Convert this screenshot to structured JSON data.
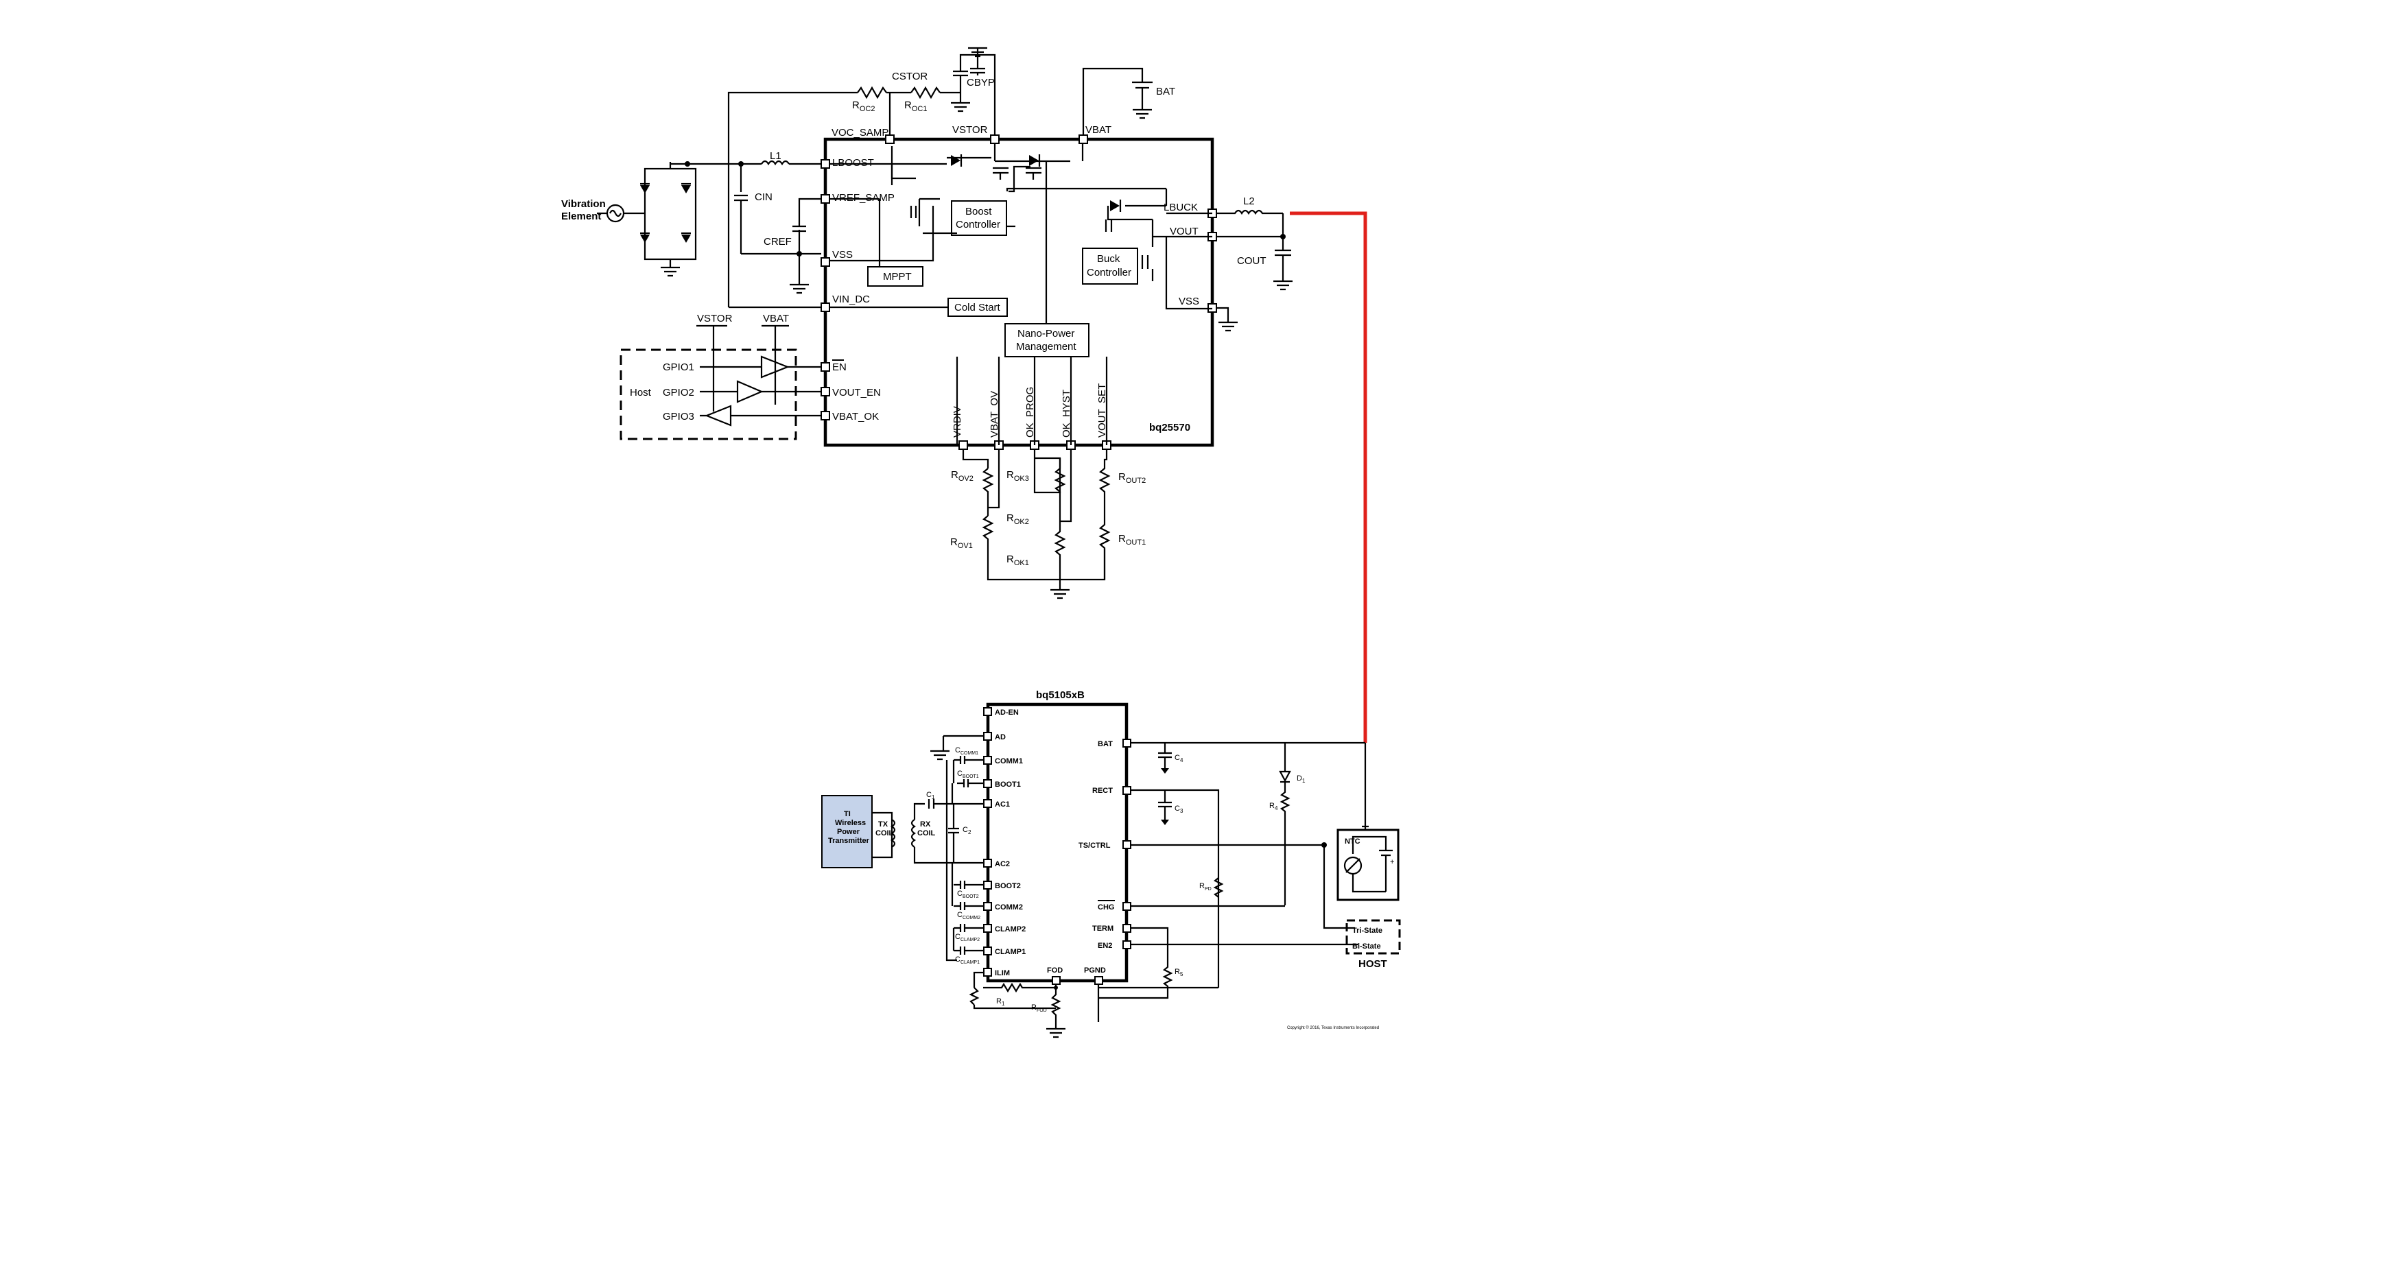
{
  "colors": {
    "wire": "#000000",
    "highlight_wire": "#e0201a",
    "transmitter_fill": "#c5d3ea"
  },
  "top": {
    "chip_name": "bq25570",
    "source_label": [
      "Vibration",
      "Element"
    ],
    "pins_left": [
      "VOC_SAMP",
      "LBOOST",
      "VREF_SAMP",
      "VSS",
      "VIN_DC",
      "EN",
      "VOUT_EN",
      "VBAT_OK"
    ],
    "pins_top": [
      "VSTOR",
      "VBAT"
    ],
    "pins_right": [
      "LBUCK",
      "VOUT",
      "VSS"
    ],
    "pins_bottom": [
      "VRDIV",
      "VBAT_OV",
      "OK_PROG",
      "OK_HYST",
      "VOUT_SET"
    ],
    "blocks": {
      "boost": [
        "Boost",
        "Controller"
      ],
      "mppt": "MPPT",
      "cold_start": "Cold Start",
      "buck": [
        "Buck",
        "Controller"
      ],
      "nano": [
        "Nano-Power",
        "Management"
      ]
    },
    "components": {
      "l1": "L1",
      "cin": "CIN",
      "cref": "CREF",
      "cstor": "CSTOR",
      "cbyp": "CBYP",
      "bat": "BAT",
      "l2": "L2",
      "cout": "COUT",
      "roc2": "R",
      "roc2_sub": "OC2",
      "roc1": "R",
      "roc1_sub": "OC1"
    },
    "host": {
      "label": "Host",
      "gpio": [
        "GPIO1",
        "GPIO2",
        "GPIO3"
      ],
      "vstor": "VSTOR",
      "vbat": "VBAT"
    },
    "resistors": {
      "rov2": [
        "R",
        "OV2"
      ],
      "rov1": [
        "R",
        "OV1"
      ],
      "rok3": [
        "R",
        "OK3"
      ],
      "rok2": [
        "R",
        "OK2"
      ],
      "rok1": [
        "R",
        "OK1"
      ],
      "rout2": [
        "R",
        "OUT2"
      ],
      "rout1": [
        "R",
        "OUT1"
      ]
    }
  },
  "bottom": {
    "chip_name": "bq5105xB",
    "pins_left": [
      "AD-EN",
      "AD",
      "COMM1",
      "BOOT1",
      "AC1",
      "AC2",
      "BOOT2",
      "COMM2",
      "CLAMP2",
      "CLAMP1",
      "ILIM"
    ],
    "pins_bottom": [
      "FOD",
      "PGND"
    ],
    "pins_right": [
      "BAT",
      "RECT",
      "TS/CTRL",
      "CHG",
      "TERM",
      "EN2"
    ],
    "transmitter": [
      "TI",
      "Wireless",
      "Power",
      "Transmitter"
    ],
    "tx_coil": [
      "TX",
      "COIL"
    ],
    "rx_coil": [
      "RX",
      "COIL"
    ],
    "caps": {
      "c1": [
        "C",
        "1"
      ],
      "c2": [
        "C",
        "2"
      ],
      "c3": [
        "C",
        "3"
      ],
      "c4": [
        "C",
        "4"
      ],
      "ccomm1": [
        "C",
        "COMM1"
      ],
      "cboot1": [
        "C",
        "BOOT1"
      ],
      "cboot2": [
        "C",
        "BOOT2"
      ],
      "ccomm2": [
        "C",
        "COMM2"
      ],
      "cclamp2": [
        "C",
        "CLAMP2"
      ],
      "cclamp1": [
        "C",
        "CLAMP1"
      ]
    },
    "resistors": {
      "r1": [
        "R",
        "1"
      ],
      "rfod": [
        "R",
        "FOD"
      ],
      "r4": [
        "R",
        "4"
      ],
      "rpd": [
        "R",
        "PD"
      ],
      "r5": [
        "R",
        "5"
      ]
    },
    "diode": [
      "D",
      "1"
    ],
    "ntc": "NTC",
    "host": {
      "label": "HOST",
      "tri_state": "Tri-State",
      "bi_state": "Bi-State"
    },
    "copyright": "Copyright © 2016, Texas Instruments Incorporated"
  }
}
